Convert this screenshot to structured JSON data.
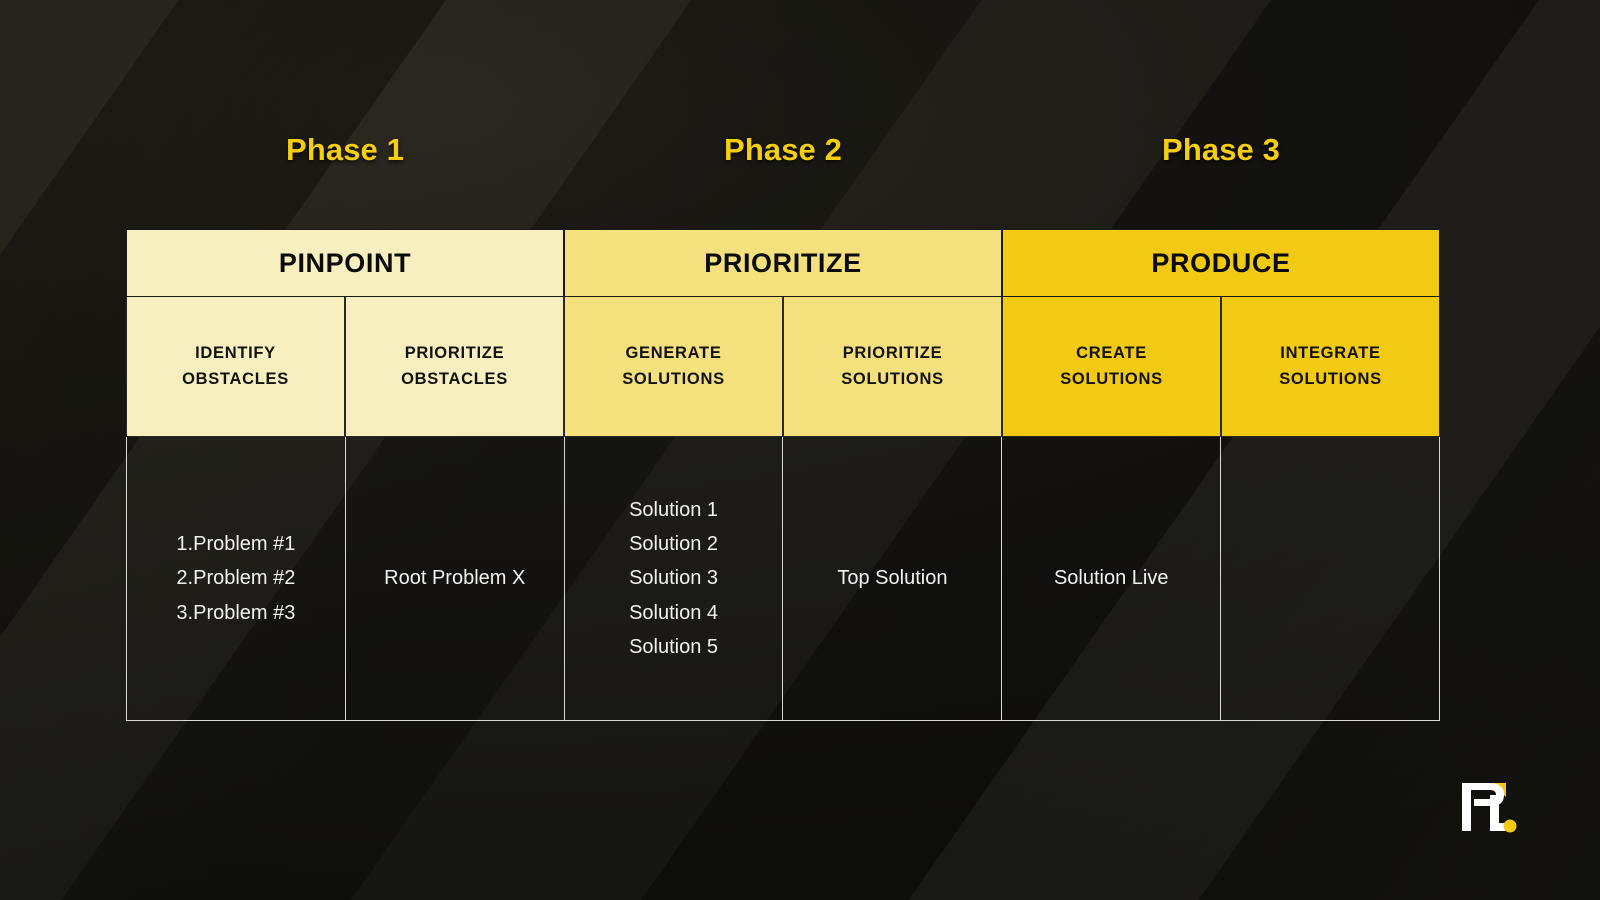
{
  "theme": {
    "background": "#161512",
    "accent_yellow": "#F5CE12",
    "band_light": "#F7EFC0",
    "band_mid": "#F5E07E",
    "band_strong": "#F2C913",
    "body_text": "#F2F2F0",
    "cell_border": "#D8D8D4"
  },
  "phases": [
    {
      "label": "Phase 1"
    },
    {
      "label": "Phase 2"
    },
    {
      "label": "Phase 3"
    }
  ],
  "bands": [
    {
      "label": "PINPOINT"
    },
    {
      "label": "PRIORITIZE"
    },
    {
      "label": "PRODUCE"
    }
  ],
  "columns": [
    {
      "sub_line1": "IDENTIFY",
      "sub_line2": "OBSTACLES"
    },
    {
      "sub_line1": "PRIORITIZE",
      "sub_line2": "OBSTACLES"
    },
    {
      "sub_line1": "GENERATE",
      "sub_line2": "SOLUTIONS"
    },
    {
      "sub_line1": "PRIORITIZE",
      "sub_line2": "SOLUTIONS"
    },
    {
      "sub_line1": "CREATE",
      "sub_line2": "SOLUTIONS"
    },
    {
      "sub_line1": "INTEGRATE",
      "sub_line2": "SOLUTIONS"
    }
  ],
  "body": {
    "identify_obstacles": {
      "items": [
        {
          "number": "1.",
          "text": "Problem #1"
        },
        {
          "number": "2.",
          "text": "Problem #2"
        },
        {
          "number": "3.",
          "text": "Problem #3"
        }
      ]
    },
    "prioritize_obstacles": {
      "text": "Root Problem X"
    },
    "generate_solutions": {
      "items": [
        {
          "text": "Solution 1"
        },
        {
          "text": "Solution 2"
        },
        {
          "text": "Solution 3"
        },
        {
          "text": "Solution 4"
        },
        {
          "text": "Solution 5"
        }
      ]
    },
    "prioritize_solutions": {
      "text": "Top Solution"
    },
    "create_solutions": {
      "text": "Solution Live"
    },
    "integrate_solutions": {
      "text": ""
    }
  },
  "logo": {
    "name": "pl-monogram-logo",
    "letters": "PL",
    "mark_color": "#FFFFFF",
    "accent_color": "#F2C913"
  }
}
